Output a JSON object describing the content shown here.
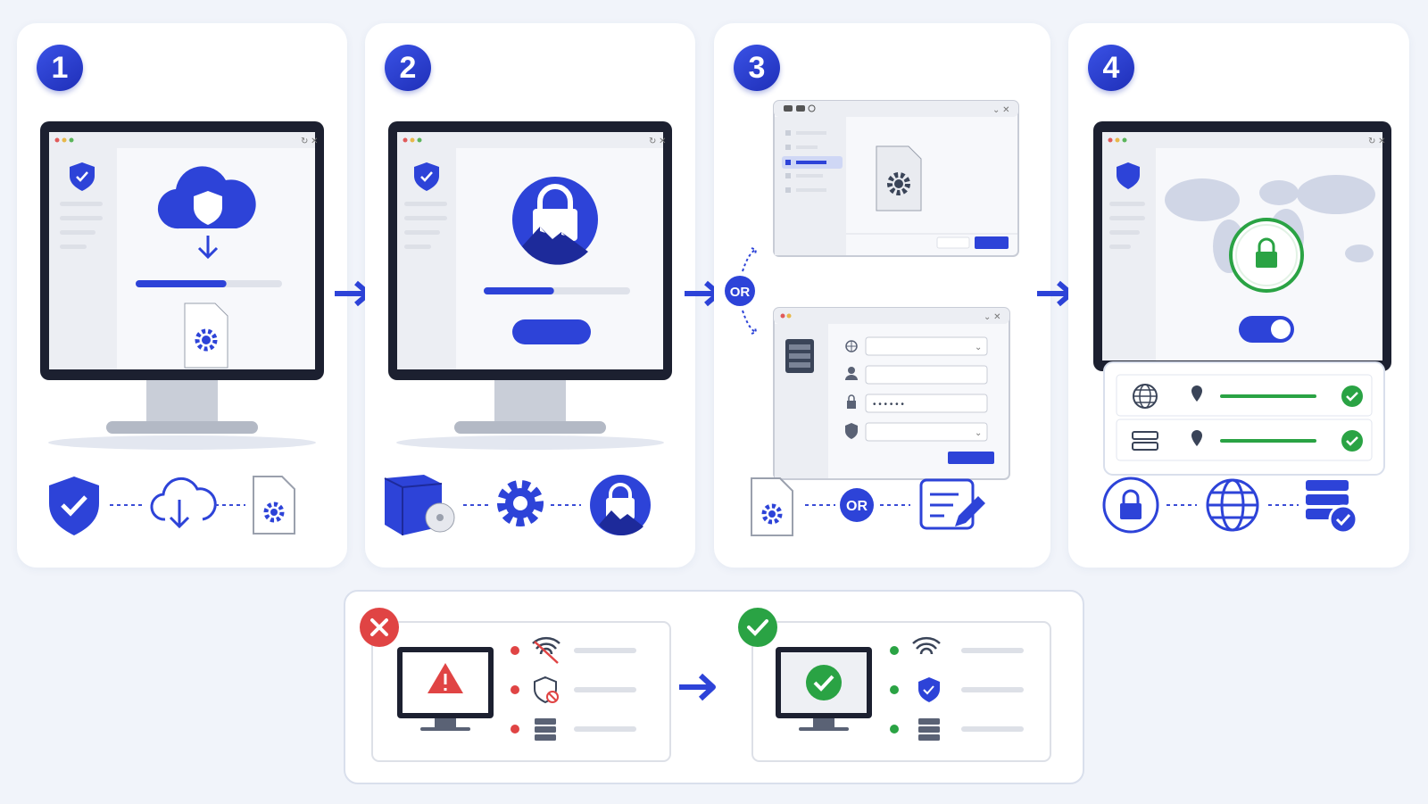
{
  "steps": [
    {
      "number": "1",
      "icons": [
        "shield-check-icon",
        "cloud-download-icon",
        "settings-file-icon"
      ]
    },
    {
      "number": "2",
      "icons": [
        "software-box-icon",
        "gear-icon",
        "vpn-app-icon"
      ]
    },
    {
      "number": "3",
      "icons": [
        "settings-file-icon",
        "or-badge",
        "edit-form-icon"
      ],
      "or_label": "OR"
    },
    {
      "number": "4",
      "icons": [
        "lock-circle-icon",
        "globe-icon",
        "server-check-icon"
      ]
    }
  ],
  "step1": {
    "download_progress": 0.62
  },
  "step2": {
    "install_progress": 0.48
  },
  "step3": {
    "or_label": "OR",
    "password_mask": "• • • • • •"
  },
  "step4": {
    "connection_rows": [
      {
        "icon": "globe-icon",
        "status": "connected"
      },
      {
        "icon": "server-icon",
        "status": "connected"
      }
    ],
    "toggle": "on"
  },
  "comparison": {
    "before": {
      "status": "error",
      "rows": [
        "wifi-off-icon",
        "shield-blocked-icon",
        "server-icon"
      ]
    },
    "after": {
      "status": "success",
      "rows": [
        "wifi-icon",
        "shield-check-icon",
        "server-icon"
      ]
    }
  },
  "colors": {
    "primary": "#2d43d8",
    "success": "#2aa344",
    "error": "#e04444",
    "frame": "#1c2030"
  }
}
